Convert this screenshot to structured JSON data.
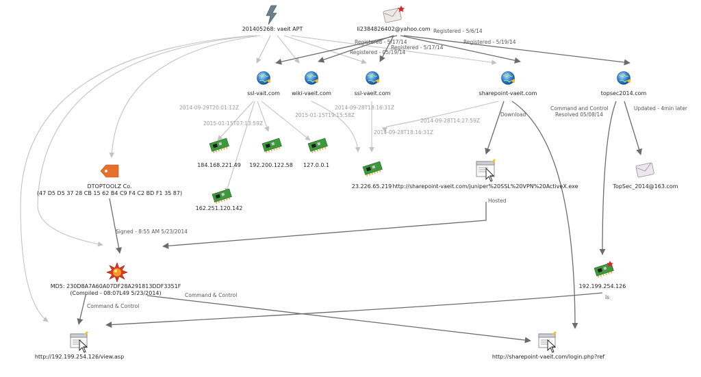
{
  "nodes": {
    "apt": {
      "label": "201405268: vaeit APT",
      "icon": "lightning-bolt-icon"
    },
    "email1": {
      "label": "li2384826402@yahoo.com",
      "icon": "envelope-starred-icon"
    },
    "ssl_vait": {
      "label": "ssl-vait.com",
      "icon": "globe-icon"
    },
    "wiki_vaeit": {
      "label": "wiki-vaeit.com",
      "icon": "globe-icon"
    },
    "ssl_vaeit": {
      "label": "ssl-vaeit.com",
      "icon": "globe-icon"
    },
    "sharepoint_vaeit": {
      "label": "sharepoint-vaeit.com",
      "icon": "globe-icon"
    },
    "topsec2014": {
      "label": "topsec2014.com",
      "icon": "globe-icon"
    },
    "ip184": {
      "label": "184.168.221.49",
      "icon": "network-card-icon"
    },
    "ip192_200": {
      "label": "192.200.122.58",
      "icon": "network-card-icon"
    },
    "ip127": {
      "label": "127.0.0.1",
      "icon": "network-card-icon"
    },
    "ip162": {
      "label": "162.251.120.142",
      "icon": "network-card-icon"
    },
    "ip23": {
      "label": "23.226.65.219",
      "icon": "network-card-icon"
    },
    "juniper_url": {
      "label": "http://sharepoint-vaeit.com/juniper%20SSL%20VPN%20ActiveX.exe",
      "icon": "window-cursor-icon"
    },
    "topsec_email": {
      "label": "TopSec_2014@163.com",
      "icon": "envelope-icon"
    },
    "dtoptoolz": {
      "label_line1": "DTOPTOOLZ Co.",
      "label_line2": "(47 D5 D5 37 28 CB 15 62 B4 C9 F4 C2 BD F1 35 87)",
      "icon": "tag-icon"
    },
    "md5": {
      "label_line1": "MD5: 230D8A7A60A07DF28A291813DDF3351F",
      "label_line2": "(Compiled - 08:07L49 5/23/2014)",
      "icon": "malware-burst-icon"
    },
    "ip192_199": {
      "label": "192.199.254.126",
      "icon": "network-card-starred-icon"
    },
    "view_url": {
      "label": "http://192.199.254.126/view.asp",
      "icon": "window-cursor-icon"
    },
    "login_url": {
      "label": "http://sharepoint-vaeit.com/login.php?ref",
      "icon": "window-cursor-icon"
    }
  },
  "edge_labels": {
    "registered_56": "Registered - 5/6/14",
    "registered_517_a": "Registered - 5/17/14",
    "registered_517_b": "Registered - 5/17/14",
    "registered_519_a": "Registered - 5/19/14",
    "registered_519_b": "Registered - 05/19/14",
    "ts_20140929": "2014-09-29T20:01:12Z",
    "ts_20150115_a": "2015-01-15T07:13:59Z",
    "ts_20150115_b": "2015-01-15T19:15:58Z",
    "ts_20140928_a": "2014-09-28T18:16:31Z",
    "ts_20140928_b": "2014-09-28T14:27:59Z",
    "ts_20140928_c": "2014-09-28T18:16:31Z",
    "download": "Download",
    "cnc_resolved_1": "Command and Control",
    "cnc_resolved_2": "Resolved 05/08/14",
    "updated": "Updated - 4min later",
    "hosted": "Hosted",
    "signed": "Signed - 8:55 AM 5/23/2014",
    "cnc_amp_1": "Command & Control",
    "cnc_amp_2": "Command & Control",
    "is": "Is"
  },
  "colors": {
    "dark_edge": "#6b6b6b",
    "light_edge": "#c2c2c2",
    "globe_blue": "#2f7fd6",
    "tag_orange": "#e8702a",
    "star_red": "#d62828",
    "card_green": "#3c9a3c"
  }
}
